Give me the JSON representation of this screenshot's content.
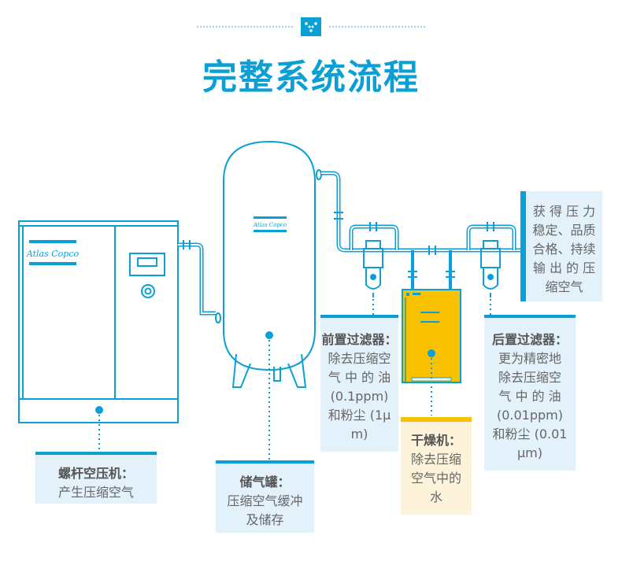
{
  "header": {
    "title": "完整系统流程",
    "badge_icon": "dots-triangle-icon"
  },
  "brand": {
    "logo_text": "Atlas Copco",
    "primary_color": "#0aa0d6",
    "dryer_color": "#f8c200",
    "box_bg": "#e3f1fa",
    "dryer_box_bg": "#fdf3da"
  },
  "components": {
    "compressor": {
      "title": "螺杆空压机：",
      "desc": [
        "产生压缩空气"
      ]
    },
    "tank": {
      "title": "储气罐：",
      "desc": [
        "压缩空气缓冲",
        "及储存"
      ]
    },
    "pre_filter": {
      "title": "前置过滤器：",
      "desc": [
        "除去压缩空",
        "气 中 的 油",
        "(0.1ppm)",
        "和粉尘 (1μ",
        "m)"
      ]
    },
    "dryer": {
      "title": "干燥机：",
      "desc": [
        "除去压缩",
        "空气中的",
        "水"
      ]
    },
    "post_filter": {
      "title": "后置过滤器：",
      "desc": [
        "更为精密地",
        "除去压缩空",
        "气 中 的 油",
        "(0.01ppm)",
        "和粉尘 (0.01",
        "μm)"
      ]
    },
    "output": {
      "desc": [
        "获 得 压 力",
        "稳定、品质",
        "合格、持续",
        "输 出 的 压",
        "缩空气"
      ]
    }
  }
}
